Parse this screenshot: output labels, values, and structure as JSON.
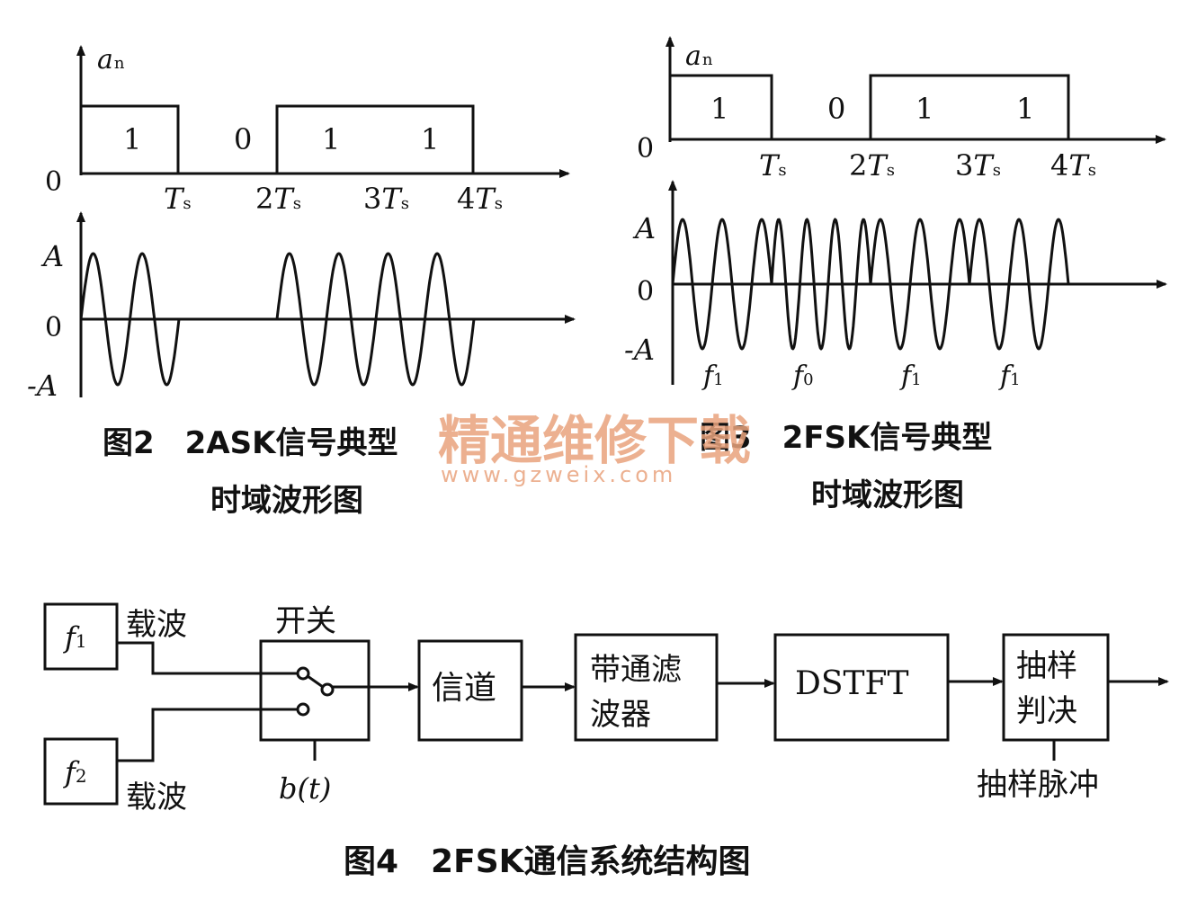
{
  "fig2": {
    "y_label": "a",
    "y_label_sub": "n",
    "bits": [
      "1",
      "0",
      "1",
      "1"
    ],
    "origin": "0",
    "x_ticks": [
      {
        "coef": "",
        "sym": "T",
        "sub": "s"
      },
      {
        "coef": "2",
        "sym": "T",
        "sub": "s"
      },
      {
        "coef": "3",
        "sym": "T",
        "sub": "s"
      },
      {
        "coef": "4",
        "sym": "T",
        "sub": "s"
      }
    ],
    "wave_y_labels": [
      "A",
      "0",
      "-A"
    ],
    "caption_line1": "图2　2ASK信号典型",
    "caption_line2": "时域波形图"
  },
  "fig3": {
    "y_label": "a",
    "y_label_sub": "n",
    "bits": [
      "1",
      "0",
      "1",
      "1"
    ],
    "origin": "0",
    "x_ticks": [
      {
        "coef": "",
        "sym": "T",
        "sub": "s"
      },
      {
        "coef": "2",
        "sym": "T",
        "sub": "s"
      },
      {
        "coef": "3",
        "sym": "T",
        "sub": "s"
      },
      {
        "coef": "4",
        "sym": "T",
        "sub": "s"
      }
    ],
    "wave_y_labels": [
      "A",
      "0",
      "-A"
    ],
    "freq_labels": [
      {
        "sym": "f",
        "sub": "1"
      },
      {
        "sym": "f",
        "sub": "0"
      },
      {
        "sym": "f",
        "sub": "1"
      },
      {
        "sym": "f",
        "sub": "1"
      }
    ],
    "caption_line1": "图3　2FSK信号典型",
    "caption_line2": "时域波形图"
  },
  "fig4": {
    "f1_box": {
      "sym": "f",
      "sub": "1"
    },
    "f2_box": {
      "sym": "f",
      "sub": "2"
    },
    "carrier_label_top": "载波",
    "carrier_label_bottom": "载波",
    "switch_label": "开关",
    "switch_control": "b(t)",
    "channel": "信道",
    "bandpass_line1": "带通滤",
    "bandpass_line2": "波器",
    "dstft": "DSTFT",
    "decision_line1": "抽样",
    "decision_line2": "判决",
    "sampling_pulse": "抽样脉冲",
    "caption": "图4　2FSK通信系统结构图"
  },
  "watermark": {
    "line1": "精通维修下载",
    "line2": "www.gzweix.com"
  }
}
